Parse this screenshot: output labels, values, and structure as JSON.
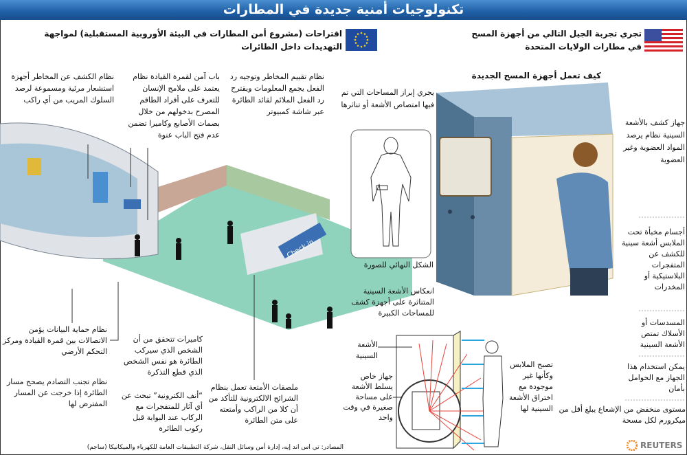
{
  "title": "تكنولوجيات أمنية جديدة في المطارات",
  "header": {
    "us": {
      "flag": "us-flag-icon",
      "text": "تجري تجربة الجيل التالي من أجهزة المسح في مطارات الولايات المتحدة"
    },
    "eu": {
      "flag": "eu-flag-icon",
      "text": "اقتراحات (مشروع أمن المطارات في البيئة الأوروبية المستقبلية) لمواجهة التهديدات داخل الطائرات"
    }
  },
  "aircraft_labels": {
    "threat_detection": "نظام الكشف عن المخاطر أجهزة استشعار مرئية ومسموعة لرصد السلوك المريب من أي راكب",
    "cockpit_door": "باب آمن لقمرة القيادة نظام يعتمد على ملامح الإنسان للتعرف على أفراد الطاقم المصرح بدخولهم من خلال بصمات الأصابع وكاميرا تضمن عدم فتح الباب عنوة",
    "threat_assessment": "نظام تقييم المخاطر وتوجيه رد الفعل يجمع المعلومات ويقترح رد الفعل الملائم لقائد الطائرة عبر شاشة كمبيوتر",
    "data_protection": "نظام حماية البيانات يؤمن الاتصالات بين قمرة القيادة ومركز التحكم الأرضي",
    "collision_avoidance": "نظام تجنب التصادم يصحح مسار الطائرة إذا خرجت عن المسار المفترض لها"
  },
  "terminal_labels": {
    "check_in_sign": "Check in",
    "cameras": "كاميرات تتحقق من أن الشخص الذي سيركب الطائرة هو نفس الشخص الذي قطع التذكرة",
    "electronic_nose": "“أنف الكترونية” تبحث عن أي آثار للمتفجرات مع الركاب عند البوابة قبل ركوب الطائرة",
    "luggage_tags": "ملصقات الأمتعة تعمل بنظام الشرائح الالكترونية للتأكد من أن كلا من الراكب وأمتعته على متن الطائرة"
  },
  "scanner": {
    "heading": "كيف تعمل أجهزة المسح الجديدة",
    "highlight_note": "يجري إبراز المساحات التي تم فيها امتصاص الأشعة أو تناثرها",
    "final_image_caption": "الشكل النهائي للصورة",
    "xray_device": "جهاز كشف بالأشعة السينية نظام يرصد المواد العضوية وغير العضوية",
    "hidden_objects": "أجسام مخبأة تحت الملابس أشعة سينية للكشف عن المتفجرات البلاستيكية أو المخدرات",
    "guns": "المسدسات أو الأسلاك تمتص الأشعة السينية",
    "pregnant_safe": "يمكن استخدام هذا الجهاز مع الحوامل بأمان",
    "low_radiation": "مستوى منخفض من الإشعاع يبلغ أقل من ميكرورم لكل مسحة"
  },
  "diagram": {
    "reflection": "انعكاس الأشعة السينية المتناثرة على أجهزة كشف للمساحات الكبيرة",
    "xrays": "الأشعة السينية",
    "emitter": "جهاز خاص يسلط الأشعة على مساحة صغيرة في وقت واحد",
    "clothes": "تصبح الملابس وكأنها غير موجودة مع اختراق الأشعة السينية لها"
  },
  "source": "المصادر: تي اس اند إيه، إدارة أمن وسائل النقل، شركة التطبيقات العامة للكهرباء والميكانيكا (ساجم)",
  "brand": "REUTERS",
  "colors": {
    "title_bar": "#1f5fa6",
    "floor": "#8fd3bd",
    "booth": "#5b7f9e",
    "ray": "#e8423a",
    "reflect": "#2aa7e0"
  }
}
